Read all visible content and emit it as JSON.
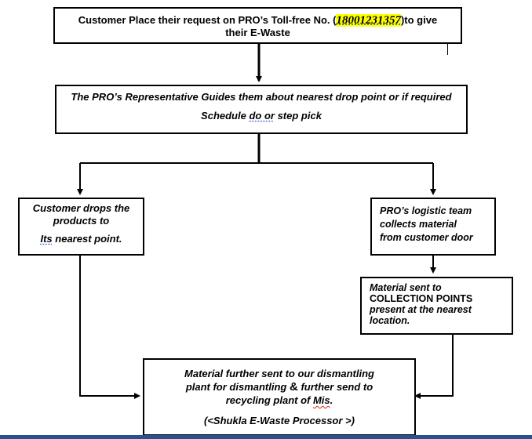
{
  "box1": {
    "line1_a": "Customer Place their request on PRO’s Toll-free No. (",
    "phone": "18001231357",
    "line1_b": ")to give",
    "line2": "their E-Waste"
  },
  "box2": {
    "line1": "The PRO’s Representative Guides them about nearest drop point or if required",
    "line2_a": "Schedule ",
    "line2_b": "do or",
    "line2_c": " step pick"
  },
  "box3": {
    "line1": "Customer drops the",
    "line2": "products to",
    "line3_a": "Its",
    "line3_b": " nearest point."
  },
  "box4": {
    "line1": "PRO’s logistic team",
    "line2": "collects material",
    "line3": "from customer door"
  },
  "box5": {
    "line1": "Material sent to",
    "line2": "COLLECTION POINTS",
    "line3": "present at the nearest",
    "line4": "location."
  },
  "box6": {
    "line1": "Material further sent to our dismantling",
    "line2_a": "plant for dismantling ",
    "line2_amp": "&",
    "line2_b": " further send to",
    "line3_a": "recycling plant of ",
    "line3_b": "Mis",
    "line3_c": ".",
    "line4": "(<Shukla E-Waste Processor >)"
  }
}
